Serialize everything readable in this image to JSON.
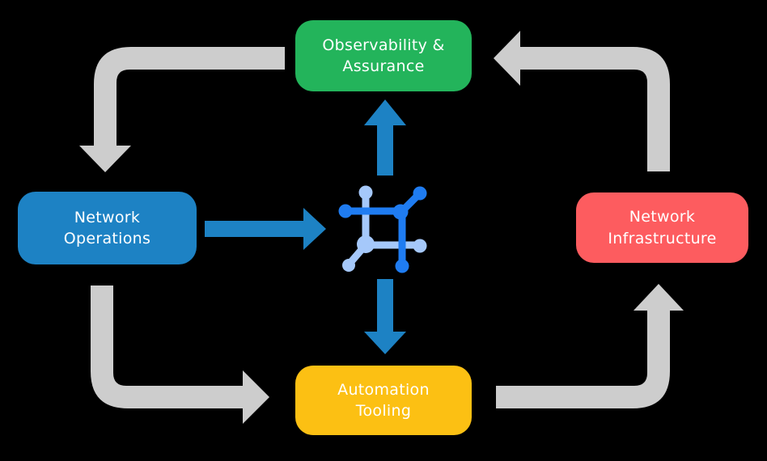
{
  "canvas": {
    "background": "#000000"
  },
  "nodes": {
    "observability": {
      "line1": "Observability &",
      "line2": "Assurance",
      "color": "#23b45b"
    },
    "operations": {
      "line1": "Network",
      "line2": "Operations",
      "color": "#1d82c4"
    },
    "infrastructure": {
      "line1": "Network",
      "line2": "Infrastructure",
      "color": "#fd5c5f"
    },
    "automation": {
      "line1": "Automation",
      "line2": "Tooling",
      "color": "#fcc013"
    }
  },
  "colors": {
    "cycle_arrow": "#cdcdcd",
    "hub_arrow": "#1d82c4",
    "hub_icon_dark": "#1f7cf1",
    "hub_icon_light": "#a5c8fa",
    "node_text": "#ffffff"
  }
}
